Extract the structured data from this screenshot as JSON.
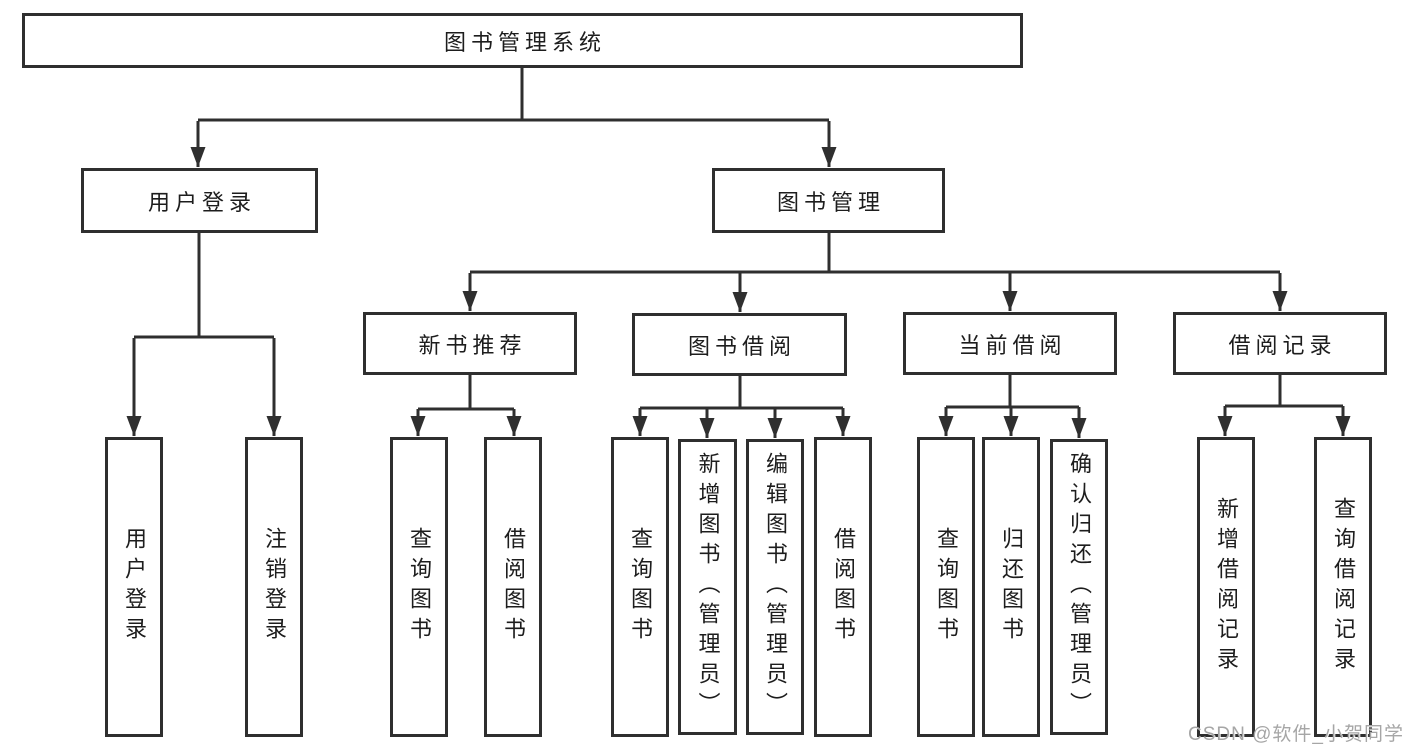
{
  "diagram": {
    "type": "tree",
    "root": {
      "label": "图书管理系统"
    },
    "branches": [
      {
        "label": "用户登录",
        "children": [
          {
            "label": "用户登录"
          },
          {
            "label": "注销登录"
          }
        ]
      },
      {
        "label": "图书管理",
        "children": [
          {
            "label": "新书推荐",
            "children": [
              {
                "label": "查询图书"
              },
              {
                "label": "借阅图书"
              }
            ]
          },
          {
            "label": "图书借阅",
            "children": [
              {
                "label": "查询图书"
              },
              {
                "label": "新增图书（管理员）"
              },
              {
                "label": "编辑图书（管理员）"
              },
              {
                "label": "借阅图书"
              }
            ]
          },
          {
            "label": "当前借阅",
            "children": [
              {
                "label": "查询图书"
              },
              {
                "label": "归还图书"
              },
              {
                "label": "确认归还（管理员）"
              }
            ]
          },
          {
            "label": "借阅记录",
            "children": [
              {
                "label": "新增借阅记录"
              },
              {
                "label": "查询借阅记录"
              }
            ]
          }
        ]
      }
    ]
  },
  "watermark": {
    "text": "CSDN @软件_小贺同学"
  },
  "colors": {
    "line": "#2f2f2f",
    "text": "#1d1d1d",
    "watermark": "#a6a6a6",
    "background": "#ffffff"
  }
}
